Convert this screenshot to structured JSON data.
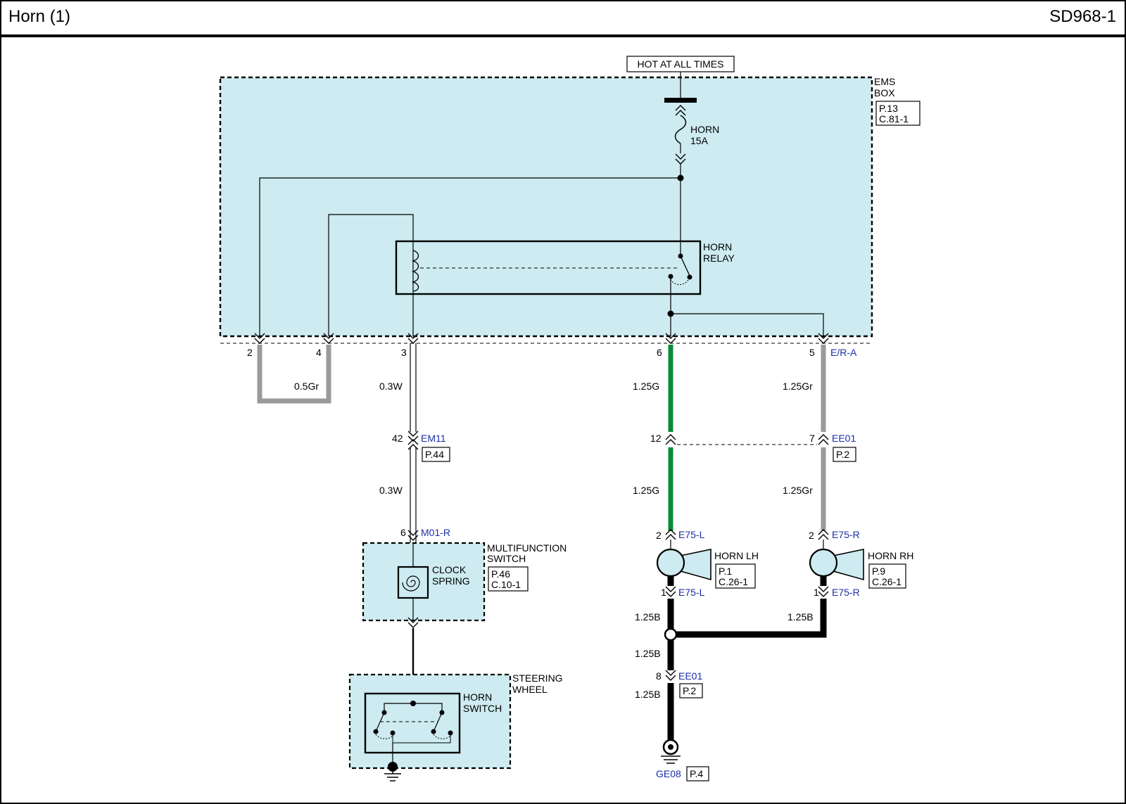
{
  "header": {
    "title": "Horn (1)",
    "code": "SD968-1"
  },
  "colors": {
    "module_fill": "#cdebf1",
    "wire_green": "#0a8a3a",
    "wire_gray": "#9a9a9a",
    "wire_black": "#000000",
    "connector_blue": "#1c2fa8"
  },
  "power": {
    "label": "HOT AT ALL TIMES"
  },
  "ems_box": {
    "name": [
      "EMS",
      "BOX"
    ],
    "ref": [
      "P.13",
      "C.81-1"
    ]
  },
  "fuse": {
    "name": "HORN",
    "rating": "15A"
  },
  "relay": {
    "name": [
      "HORN",
      "RELAY"
    ]
  },
  "ems_pins": {
    "p2": "2",
    "p4": "4",
    "p3": "3",
    "p6": "6",
    "p5": "5",
    "connector": "E/R-A"
  },
  "wires": {
    "jumper": "0.5Gr",
    "white_upper": "0.3W",
    "white_lower": "0.3W",
    "green_upper": "1.25G",
    "green_lower": "1.25G",
    "gray_upper": "1.25Gr",
    "gray_lower": "1.25Gr",
    "black_lh": "1.25B",
    "black_rh": "1.25B",
    "black_mid": "1.25B",
    "black_low": "1.25B"
  },
  "em11": {
    "pin": "42",
    "name": "EM11",
    "ref": "P.44"
  },
  "ee01_upper": {
    "pin_left": "12",
    "pin_right": "7",
    "name": "EE01",
    "ref": "P.2"
  },
  "m01": {
    "pin": "6",
    "name": "M01-R"
  },
  "multifunction": {
    "name": [
      "MULTIFUNCTION",
      "SWITCH"
    ],
    "ref": [
      "P.46",
      "C.10-1"
    ],
    "clock_spring": [
      "CLOCK",
      "SPRING"
    ]
  },
  "steering": {
    "name": [
      "STEERING",
      "WHEEL"
    ],
    "horn_switch": [
      "HORN",
      "SWITCH"
    ]
  },
  "horn_lh": {
    "name": "HORN LH",
    "ref": [
      "P.1",
      "C.26-1"
    ],
    "pin_top": "2",
    "pin_bottom": "1",
    "conn": "E75-L"
  },
  "horn_rh": {
    "name": "HORN RH",
    "ref": [
      "P.9",
      "C.26-1"
    ],
    "pin_top": "2",
    "pin_bottom": "1",
    "conn": "E75-R"
  },
  "ee01_lower": {
    "pin": "8",
    "name": "EE01",
    "ref": "P.2"
  },
  "ground": {
    "name": "GE08",
    "ref": "P.4"
  }
}
